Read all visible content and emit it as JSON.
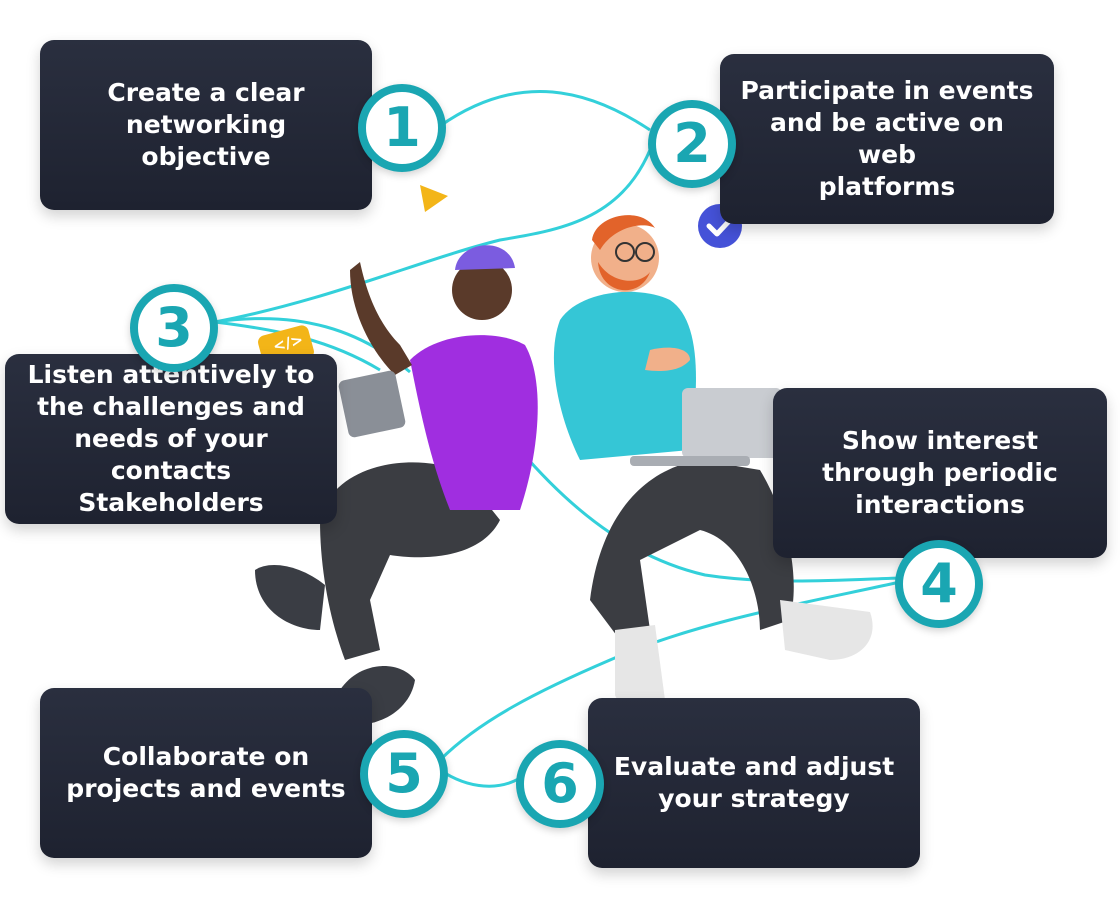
{
  "steps": [
    {
      "number": "1",
      "text": "Create a clear\nnetworking objective"
    },
    {
      "number": "2",
      "text": "Participate in events\nand be active on web\nplatforms"
    },
    {
      "number": "3",
      "text": "Listen attentively to\nthe challenges and\nneeds of your\ncontacts Stakeholders"
    },
    {
      "number": "4",
      "text": "Show interest\nthrough periodic\ninteractions"
    },
    {
      "number": "5",
      "text": "Collaborate on\nprojects and events"
    },
    {
      "number": "6",
      "text": "Evaluate and adjust\nyour strategy"
    }
  ],
  "decor": {
    "code_tag": "</>",
    "check_icon": "check-icon",
    "triangle_icon": "pyramid-icon"
  },
  "colors": {
    "card_bg": "#1e2230",
    "accent": "#1aa6b2",
    "connector": "#33d0da",
    "purple_shirt": "#a02ee0",
    "cyan_hoodie": "#35c6d6"
  }
}
